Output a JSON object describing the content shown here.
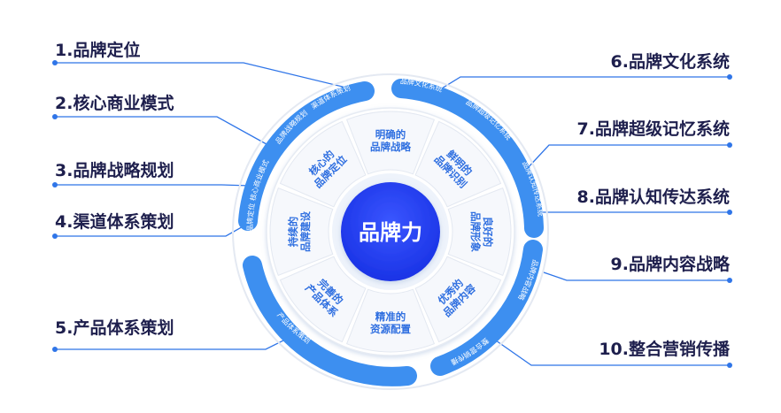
{
  "left_labels": [
    {
      "text": "1.品牌定位"
    },
    {
      "text": "2.核心商业模式"
    },
    {
      "text": "3.品牌战略规划"
    },
    {
      "text": "4.渠道体系策划"
    },
    {
      "text": "5.产品体系策划"
    }
  ],
  "right_labels": [
    {
      "text": "6.品牌文化系统"
    },
    {
      "text": "7.品牌超级记忆系统"
    },
    {
      "text": "8.品牌认知传达系统"
    },
    {
      "text": "9.品牌内容战略"
    },
    {
      "text": "10.整合营销传播"
    }
  ],
  "center": {
    "text": "品牌力"
  },
  "inner_segments": [
    {
      "line1": "鲜明的",
      "line2": "品牌识别"
    },
    {
      "line1": "良好的",
      "line2": "品牌形象"
    },
    {
      "line1": "优秀的",
      "line2": "品牌内容"
    },
    {
      "line1": "精准的",
      "line2": "资源配置"
    },
    {
      "line1": "完善的",
      "line2": "产品体系"
    },
    {
      "line1": "持续的",
      "line2": "品牌建设"
    },
    {
      "line1": "核心的",
      "line2": "品牌定位"
    },
    {
      "line1": "明确的",
      "line2": "品牌战略"
    }
  ],
  "ring_texts": [
    "品牌文化系统",
    "品牌超级记忆系统",
    "品牌认知传达系统",
    "品牌内容战略",
    "整合营销传播",
    "产品体系策划",
    "品牌定位 核心商业模式",
    "品牌战略规划",
    "渠道体系策划"
  ],
  "colors": {
    "accent": "#2f6fe0",
    "ring_blue": "#3d8ff0",
    "center": "#1f3ff0",
    "text_dark": "#1e1f4d",
    "line": "#2f75e8"
  }
}
